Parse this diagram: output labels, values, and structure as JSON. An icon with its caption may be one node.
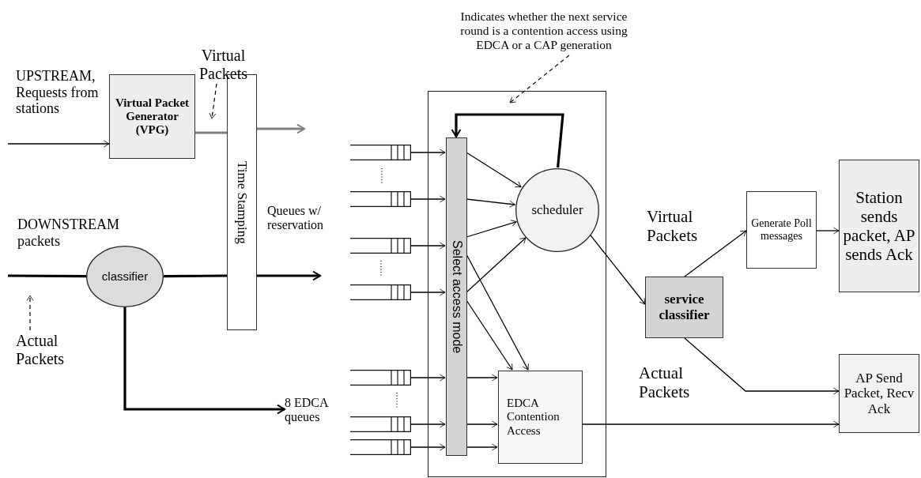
{
  "diagram": {
    "nodes": [
      {
        "text": [
          "Virtual Packet Generator (VPG)"
        ]
      },
      {
        "text": [
          "Time Stamping"
        ]
      },
      {
        "text": [
          "classifier"
        ]
      },
      {
        "text": [],
        "shape": "box"
      },
      {
        "text": [
          "Select access mode"
        ],
        "in": 3
      },
      {
        "text": [
          "scheduler"
        ],
        "in": 3
      },
      {
        "text": [
          "EDCA Contention Access"
        ],
        "in": 3
      },
      {
        "text": [
          "service classifier"
        ]
      },
      {
        "text": [
          "Generate Poll messages"
        ]
      },
      {
        "text": [
          "Station sends packet, AP sends Ack"
        ]
      },
      {
        "text": [
          "AP Send Packet, Recv Ack"
        ]
      },
      {
        "text": [],
        "shape": "queue"
      },
      {
        "text": [],
        "shape": "queue"
      },
      {
        "text": [],
        "shape": "queue"
      },
      {
        "text": [],
        "shape": "queue"
      },
      {
        "text": [],
        "shape": "queue"
      },
      {
        "text": [],
        "shape": "queue"
      },
      {
        "text": [],
        "shape": "queue"
      },
      {
        "text": [
          "Indicates whether the next service round is a contention access using EDCA or a CAP generation"
        ]
      },
      {
        "text": [
          "Virtual Packets"
        ]
      },
      {
        "text": [
          "Actual Packets"
        ]
      },
      {
        "text": [
          "8 EDCA queues"
        ]
      }
    ],
    "edges": [
      {
        "from": null,
        "to": 0,
        "arrow": "to"
      },
      {
        "from": 0,
        "to": 1,
        "arrow": "none",
        "style": "thick",
        "color": "#808080"
      },
      {
        "from": 1,
        "to": null,
        "arrow": "to",
        "style": "thick",
        "color": "#808080"
      },
      {
        "from": null,
        "to": 2,
        "arrow": "none",
        "style": "thick"
      },
      {
        "from": 2,
        "to": 1,
        "arrow": "none",
        "style": "thick"
      },
      {
        "from": 1,
        "to": null,
        "arrow": "to",
        "style": "thick"
      },
      {
        "from": 2,
        "to": 21,
        "arrow": "to",
        "style": "thick"
      },
      {
        "from": 11,
        "to": 4,
        "arrow": "to"
      },
      {
        "from": 12,
        "to": 4,
        "arrow": "to"
      },
      {
        "from": 13,
        "to": 4,
        "arrow": "to"
      },
      {
        "from": 14,
        "to": 4,
        "arrow": "to"
      },
      {
        "from": 15,
        "to": 4,
        "arrow": "to"
      },
      {
        "from": 16,
        "to": 4,
        "arrow": "to"
      },
      {
        "from": 17,
        "to": 4,
        "arrow": "to"
      },
      {
        "from": 4,
        "to": 5,
        "arrow": "to"
      },
      {
        "from": 4,
        "to": 5,
        "arrow": "to"
      },
      {
        "from": 4,
        "to": 5,
        "arrow": "to"
      },
      {
        "from": 4,
        "to": 5,
        "arrow": "to"
      },
      {
        "from": 4,
        "to": 6,
        "arrow": "to"
      },
      {
        "from": 4,
        "to": 6,
        "arrow": "to"
      },
      {
        "from": 4,
        "to": 6,
        "arrow": "to"
      },
      {
        "from": 4,
        "to": 6,
        "arrow": "to"
      },
      {
        "from": 4,
        "to": 6,
        "arrow": "to"
      },
      {
        "from": 5,
        "to": 4,
        "arrow": "to",
        "style": "thick"
      },
      {
        "from": 5,
        "to": 7,
        "arrow": "to"
      },
      {
        "from": 7,
        "to": 8,
        "arrow": "to",
        "label": "Virtual Packets"
      },
      {
        "from": 8,
        "to": 9,
        "arrow": "to"
      },
      {
        "from": 7,
        "to": 10,
        "arrow": "to",
        "label": "Actual Packets"
      },
      {
        "from": 6,
        "to": 10,
        "arrow": "to"
      },
      {
        "from": 18,
        "to": 3,
        "arrow": "to",
        "style": "dashed"
      },
      {
        "from": 19,
        "to": 0,
        "arrow": "to",
        "style": "dashed"
      },
      {
        "from": 20,
        "to": null,
        "arrow": "to",
        "style": "dashed"
      }
    ],
    "labels": [
      "UPSTREAM, Requests from stations",
      "DOWNSTREAM packets",
      "Queues w/ reservation"
    ]
  }
}
